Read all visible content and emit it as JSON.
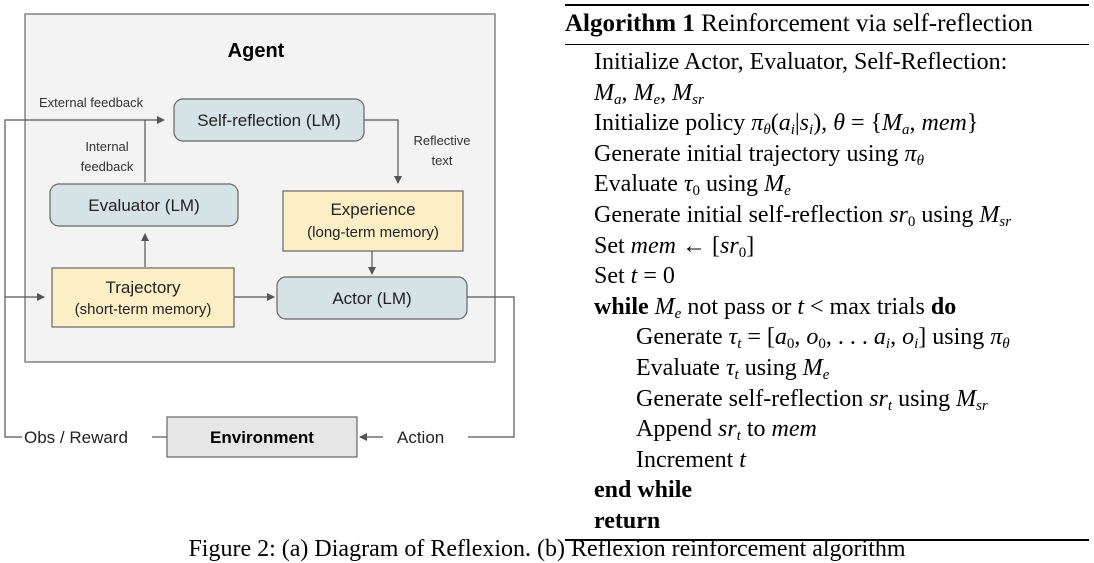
{
  "diagram": {
    "agent_label": "Agent",
    "external_feedback": "External feedback",
    "internal_feedback_1": "Internal",
    "internal_feedback_2": "feedback",
    "reflective_text_1": "Reflective",
    "reflective_text_2": "text",
    "self_reflection": "Self-reflection (LM)",
    "evaluator": "Evaluator (LM)",
    "experience_1": "Experience",
    "experience_2": "(long-term memory)",
    "trajectory_1": "Trajectory",
    "trajectory_2": "(short-term memory)",
    "actor": "Actor (LM)",
    "obs_reward": "Obs / Reward",
    "environment": "Environment",
    "action": "Action",
    "colors": {
      "agent_bg": "#f3f3f3",
      "lm_box": "#d5e2e6",
      "memory_box": "#fcefc6",
      "env_box": "#e6e6e6"
    }
  },
  "algorithm": {
    "number": "Algorithm 1",
    "title": "Reinforcement via self-reflection",
    "l1": "Initialize Actor, Evaluator, Self-Reflection:",
    "l2_ma": "M",
    "l2_a": "a",
    "l2_me": "M",
    "l2_e": "e",
    "l2_msr": "M",
    "l2_sr": "sr",
    "l3_text": "Initialize policy",
    "l4_text": "Generate initial trajectory using",
    "l5_text": "Evaluate",
    "l5_using": "using",
    "l6_text": "Generate initial self-reflection",
    "l6_using": "using",
    "l7_text": "Set",
    "l8_text": "Set",
    "l9_while": "while",
    "l9_not_pass": "not pass or",
    "l9_max": "< max trials",
    "l9_do": "do",
    "l10_text": "Generate",
    "l10_using": "using",
    "l11_text": "Evaluate",
    "l11_using": "using",
    "l12_text": "Generate self-reflection",
    "l12_using": "using",
    "l13_text": "Append",
    "l13_to": "to",
    "l14_text": "Increment",
    "l15_text": "end while",
    "l16_text": "return"
  },
  "caption": "Figure 2: (a) Diagram of Reflexion. (b) Reflexion reinforcement algorithm"
}
